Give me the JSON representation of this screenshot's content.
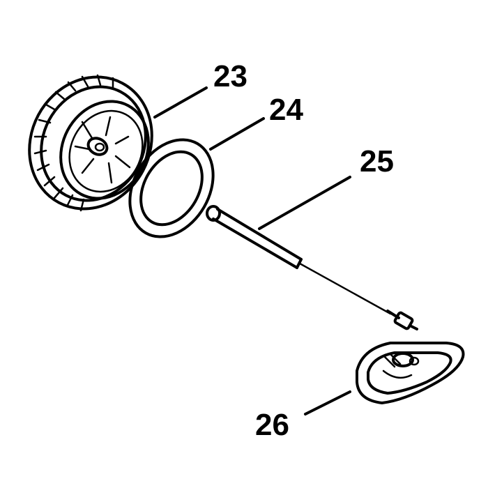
{
  "diagram": {
    "parts": [
      {
        "number": "23",
        "name": "fuel-cap"
      },
      {
        "number": "24",
        "name": "cap-gasket"
      },
      {
        "number": "25",
        "name": "retainer-rod-and-cable"
      },
      {
        "number": "26",
        "name": "cap-retainer-bracket"
      }
    ]
  }
}
